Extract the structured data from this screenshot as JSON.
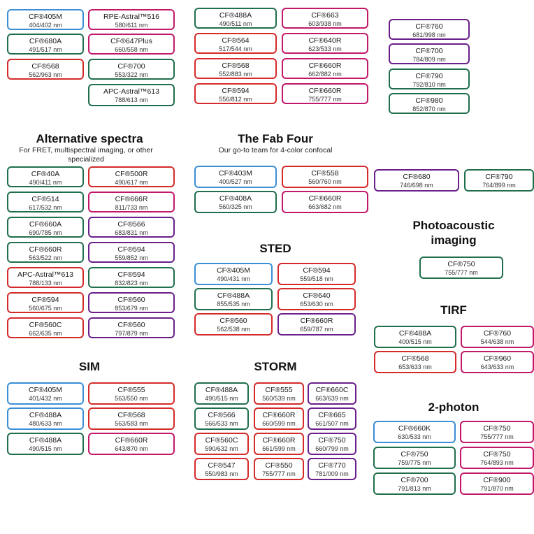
{
  "colors": {
    "blue": "#3a8fd6",
    "green": "#1f6e4c",
    "red": "#d42a2a",
    "magenta": "#c2186a",
    "purple": "#6a1f8a",
    "teal": "#1f6e4c"
  },
  "headings": {
    "alt_title": "Alternative spectra",
    "alt_sub": "For FRET, multispectral imaging, or other specialized",
    "fab_title": "The Fab Four",
    "fab_sub": "Our go-to team for 4-color confocal",
    "sted": "STED",
    "photo_1": "Photoacoustic",
    "photo_2": "imaging",
    "tirf": "TIRF",
    "sim": "SIM",
    "storm": "STORM",
    "two_photon": "2-photon"
  },
  "cards": [
    {
      "name": "CF®405M",
      "spec": "404/402 nm",
      "color": "blue"
    },
    {
      "name": "CF®680A",
      "spec": "491/517 nm",
      "color": "green"
    },
    {
      "name": "CF®568",
      "spec": "562/963 nm",
      "color": "red"
    },
    {
      "name": "RPE-Astral™516",
      "spec": "580/611 nm",
      "color": "magenta"
    },
    {
      "name": "CF®647Plus",
      "spec": "660/558 nm",
      "color": "magenta"
    },
    {
      "name": "CF®700",
      "spec": "553/322 nm",
      "color": "green"
    },
    {
      "name": "APC-Astral™613",
      "spec": "788/613 nm",
      "color": "green"
    },
    {
      "name": "CF®488A",
      "spec": "490/511 nm",
      "color": "green"
    },
    {
      "name": "CF®564",
      "spec": "517/544 nm",
      "color": "red"
    },
    {
      "name": "CF®568",
      "spec": "552/883 nm",
      "color": "red"
    },
    {
      "name": "CF®594",
      "spec": "556/812 nm",
      "color": "red"
    },
    {
      "name": "CF®663",
      "spec": "603/938 nm",
      "color": "magenta"
    },
    {
      "name": "CF®640R",
      "spec": "623/533 nm",
      "color": "magenta"
    },
    {
      "name": "CF®660R",
      "spec": "662/882 nm",
      "color": "magenta"
    },
    {
      "name": "CF®660R",
      "spec": "755/777 nm",
      "color": "magenta"
    },
    {
      "name": "CF®760",
      "spec": "681/998 nm",
      "color": "purple"
    },
    {
      "name": "CF®700",
      "spec": "784/809 nm",
      "color": "purple"
    },
    {
      "name": "CF®790",
      "spec": "792/810 nm",
      "color": "teal"
    },
    {
      "name": "CF®980",
      "spec": "852/870 nm",
      "color": "teal"
    },
    {
      "name": "CF®40A",
      "spec": "490/411 nm",
      "color": "green"
    },
    {
      "name": "CF®514",
      "spec": "617/532 nm",
      "color": "green"
    },
    {
      "name": "CF®660A",
      "spec": "690/785 nm",
      "color": "green"
    },
    {
      "name": "CF®660R",
      "spec": "563/522 nm",
      "color": "green"
    },
    {
      "name": "APC-Astral™613",
      "spec": "788/133 nm",
      "color": "red"
    },
    {
      "name": "CF®594",
      "spec": "560/675 nm",
      "color": "red"
    },
    {
      "name": "CF®560C",
      "spec": "662/635 nm",
      "color": "red"
    },
    {
      "name": "CF®500R",
      "spec": "490/617 nm",
      "color": "red"
    },
    {
      "name": "CF®666R",
      "spec": "811/733 nm",
      "color": "magenta"
    },
    {
      "name": "CF®566",
      "spec": "683/831 nm",
      "color": "purple"
    },
    {
      "name": "CF®594",
      "spec": "559/852 nm",
      "color": "purple"
    },
    {
      "name": "CF®594",
      "spec": "832/823 nm",
      "color": "green"
    },
    {
      "name": "CF®560",
      "spec": "853/679 nm",
      "color": "purple"
    },
    {
      "name": "CF®560",
      "spec": "797/879 nm",
      "color": "purple"
    },
    {
      "name": "CF®403M",
      "spec": "400/527 nm",
      "color": "blue"
    },
    {
      "name": "CF®408A",
      "spec": "560/325 nm",
      "color": "green"
    },
    {
      "name": "CF®558",
      "spec": "560/760 nm",
      "color": "red"
    },
    {
      "name": "CF®660R",
      "spec": "663/682 nm",
      "color": "magenta"
    },
    {
      "name": "CF®680",
      "spec": "746/698 nm",
      "color": "purple"
    },
    {
      "name": "CF®790",
      "spec": "764/899 nm",
      "color": "teal"
    },
    {
      "name": "CF®405M",
      "spec": "490/431 nm",
      "color": "blue"
    },
    {
      "name": "CF®488A",
      "spec": "855/535 nm",
      "color": "green"
    },
    {
      "name": "CF®560",
      "spec": "562/538 nm",
      "color": "red"
    },
    {
      "name": "CF®594",
      "spec": "559/518 nm",
      "color": "red"
    },
    {
      "name": "CF®640",
      "spec": "653/630 nm",
      "color": "red"
    },
    {
      "name": "CF®660R",
      "spec": "659/787 nm",
      "color": "purple"
    },
    {
      "name": "CF®750",
      "spec": "755/777 nm",
      "color": "teal"
    },
    {
      "name": "CF®488A",
      "spec": "400/515 nm",
      "color": "green"
    },
    {
      "name": "CF®568",
      "spec": "653/633 nm",
      "color": "red"
    },
    {
      "name": "CF®760",
      "spec": "544/638 nm",
      "color": "magenta"
    },
    {
      "name": "CF®960",
      "spec": "643/633 nm",
      "color": "magenta"
    },
    {
      "name": "CF®405M",
      "spec": "401/432 nm",
      "color": "blue"
    },
    {
      "name": "CF®488A",
      "spec": "480/633 nm",
      "color": "blue"
    },
    {
      "name": "CF®488A",
      "spec": "490/515 nm",
      "color": "green"
    },
    {
      "name": "CF®555",
      "spec": "563/550 nm",
      "color": "red"
    },
    {
      "name": "CF®568",
      "spec": "563/583 nm",
      "color": "red"
    },
    {
      "name": "CF®660R",
      "spec": "643/870 nm",
      "color": "magenta"
    },
    {
      "name": "CF®488A",
      "spec": "490/515 nm",
      "color": "green"
    },
    {
      "name": "CF®566",
      "spec": "566/533 nm",
      "color": "green"
    },
    {
      "name": "CF®560C",
      "spec": "590/632 nm",
      "color": "red"
    },
    {
      "name": "CF®547",
      "spec": "550/983 nm",
      "color": "red"
    },
    {
      "name": "CF®555",
      "spec": "560/539 nm",
      "color": "red"
    },
    {
      "name": "CF®660R",
      "spec": "660/599 nm",
      "color": "red"
    },
    {
      "name": "CF®660R",
      "spec": "661/599 nm",
      "color": "red"
    },
    {
      "name": "CF®550",
      "spec": "755/777 nm",
      "color": "red"
    },
    {
      "name": "CF®660C",
      "spec": "663/639 nm",
      "color": "purple"
    },
    {
      "name": "CF®665",
      "spec": "661/507 nm",
      "color": "purple"
    },
    {
      "name": "CF®750",
      "spec": "660/799 nm",
      "color": "purple"
    },
    {
      "name": "CF®770",
      "spec": "781/009 nm",
      "color": "purple"
    },
    {
      "name": "CF®660K",
      "spec": "630/533 nm",
      "color": "blue"
    },
    {
      "name": "CF®750",
      "spec": "759/775 nm",
      "color": "green"
    },
    {
      "name": "CF®700",
      "spec": "791/813 nm",
      "color": "green"
    },
    {
      "name": "CF®750",
      "spec": "755/777 nm",
      "color": "magenta"
    },
    {
      "name": "CF®750",
      "spec": "764/893 nm",
      "color": "magenta"
    },
    {
      "name": "CF®900",
      "spec": "791/870 nm",
      "color": "magenta"
    }
  ]
}
